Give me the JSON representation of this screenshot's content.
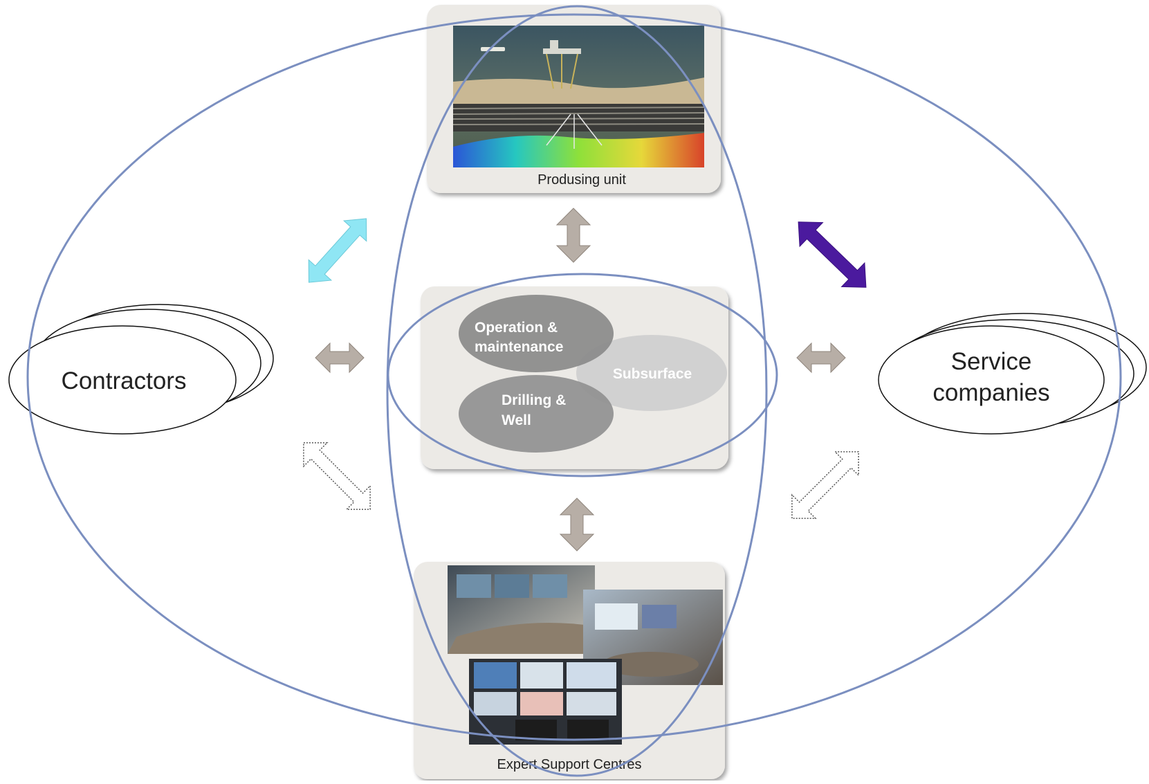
{
  "units": {
    "producing": {
      "label": "Produsing unit"
    },
    "expert": {
      "label": "Expert Support Centres"
    }
  },
  "disciplines": {
    "operation_line1": "Operation &",
    "operation_line2": "maintenance",
    "drilling_line1": "Drilling &",
    "drilling_line2": "Well",
    "subsurface": "Subsurface"
  },
  "parties": {
    "contractors": "Contractors",
    "service_line1": "Service",
    "service_line2": "companies"
  },
  "colors": {
    "ring": "#7b8fc0",
    "panel": "#eceae6",
    "grey_arrow": "#b7aea6",
    "cyan_arrow": "#8fe6f4",
    "purple_arrow": "#4b1a9e",
    "operation_fill": "#8f8f8f",
    "subsurface_fill": "#cfcfcf"
  }
}
